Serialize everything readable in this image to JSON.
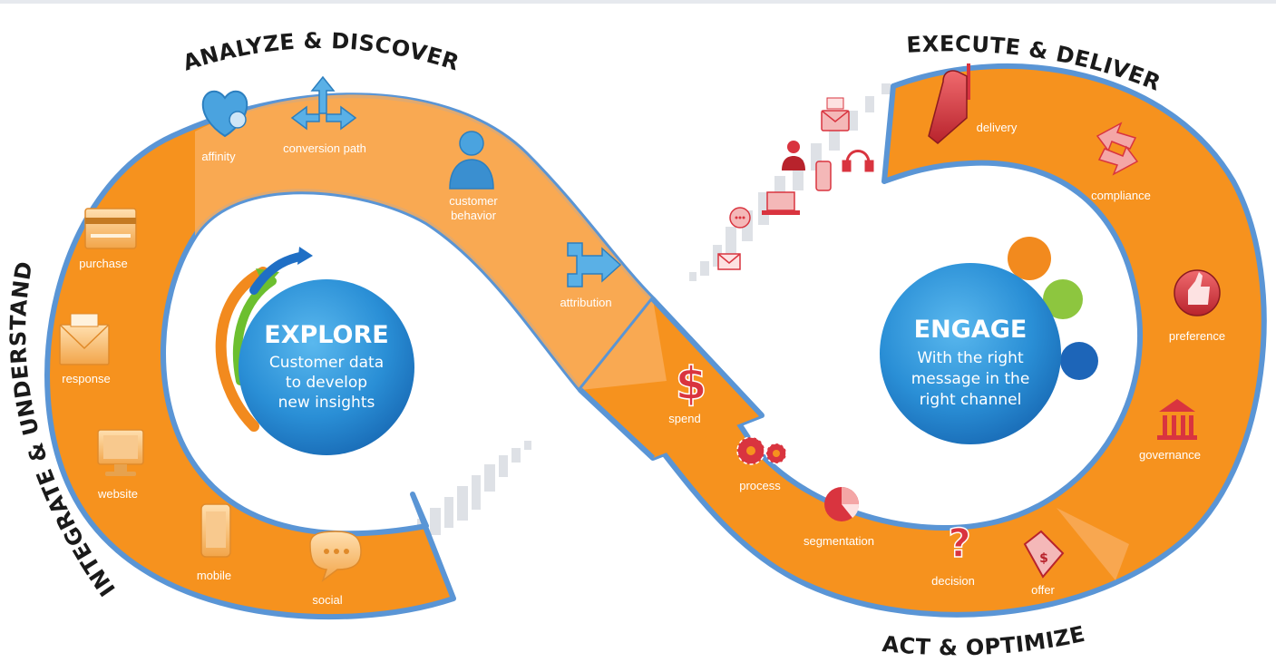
{
  "sections": {
    "analyze": "ANALYZE & DISCOVER",
    "execute": "EXECUTE & DELIVER",
    "integrate": "INTEGRATE & UNDERSTAND",
    "act": "ACT & OPTIMIZE"
  },
  "explore": {
    "title": "EXPLORE",
    "line1": "Customer data",
    "line2": "to develop",
    "line3": "new insights"
  },
  "engage": {
    "title": "ENGAGE",
    "line1": "With the right",
    "line2": "message in the",
    "line3": "right channel"
  },
  "stages": {
    "affinity": "affinity",
    "conversion_path": "conversion path",
    "customer_1": "customer",
    "customer_2": "behavior",
    "attribution": "attribution",
    "purchase": "purchase",
    "response": "response",
    "website": "website",
    "mobile": "mobile",
    "social": "social",
    "spend": "spend",
    "process": "process",
    "segmentation": "segmentation",
    "decision": "decision",
    "offer": "offer",
    "delivery": "delivery",
    "compliance": "compliance",
    "preference": "preference",
    "governance": "governance"
  },
  "icons": {
    "affinity": "heart-plus-icon",
    "conversion_path": "branching-arrows-icon",
    "customer_behavior": "person-icon",
    "attribution": "merge-arrow-icon",
    "purchase": "credit-card-icon",
    "response": "envelope-icon",
    "website": "monitor-icon",
    "mobile": "smartphone-icon",
    "social": "chat-bubble-icon",
    "spend": "dollar-icon",
    "process": "gears-icon",
    "segmentation": "pie-chart-icon",
    "decision": "question-mark-icon",
    "offer": "price-tag-icon",
    "delivery": "mailbox-icon",
    "compliance": "cycle-arrows-icon",
    "preference": "thumbs-up-icon",
    "governance": "building-icon"
  },
  "colors": {
    "band_orange": "#f6921e",
    "band_light": "#f9ad5c",
    "band_outline": "#5a95d5",
    "hub_blue": "#2a8fd6",
    "text_dark": "#1a1a1a",
    "red_icon": "#d9343f"
  }
}
